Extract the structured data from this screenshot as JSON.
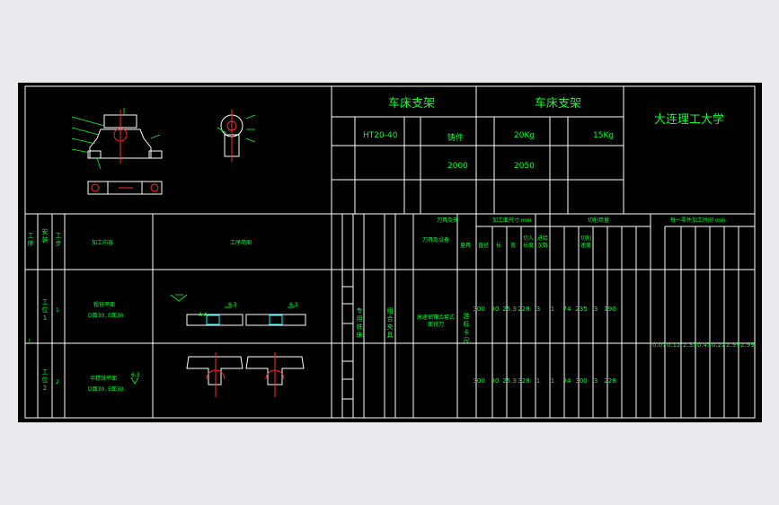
{
  "colors": {
    "background": "#e9ebef",
    "sheet": "#000000",
    "line": "#ffffff",
    "text": "#00ff33",
    "part": "#ff2a2a",
    "annotation": "#00ffff"
  },
  "header": {
    "title_left": "车床支架",
    "title_right": "车床支架",
    "school": "大连理工大学",
    "material": "HT20-40",
    "blank_type": "铸件",
    "size_a": "20Kg",
    "size_b": "15Kg",
    "count_a": "2000",
    "count_b": "2050"
  },
  "process_table": {
    "headers": {
      "process": "工序",
      "install": "安装",
      "step": "工步",
      "content": "加工内容",
      "sketch": "工序简图",
      "tool": "刀具及夹",
      "tool_sub": "刀具及设备",
      "measure": "量具",
      "dims": "加工面尺寸 mm",
      "diameter": "直径",
      "length": "长",
      "width": "宽",
      "cut_depth": "切入长度",
      "feed": "进给次数",
      "cutting": "切削用量",
      "speed": "切削速度",
      "time": "每一零件加工时间 min"
    },
    "rows": [
      {
        "process": "I",
        "install": "工位1",
        "step": "1",
        "content": "粗铣平面",
        "content_sub": "D面30, E面30"
      },
      {
        "process": "",
        "install": "工位2",
        "step": "2",
        "content": "半精铣平面",
        "content_sub": "D面30, E面30",
        "roughness": "6.3"
      }
    ],
    "equipment": "专用铣床",
    "fixture": "组合夹具",
    "cutter": "高速钢镶齿套式面铣刀",
    "measure_tool": "游标卡尺",
    "values_row1": [
      "300",
      "80",
      "25.3",
      "228",
      "3",
      "1",
      "74",
      "235",
      "3",
      "190"
    ],
    "values_row2": [
      "300",
      "80",
      "25.3",
      "328",
      "1",
      "1",
      "84",
      "300",
      "3",
      "228"
    ],
    "times": [
      "0.07",
      "0.12",
      "2.33",
      "0.43",
      "0.22",
      "2.99",
      "2.99"
    ]
  },
  "sketch_labels": {
    "section": "A-A",
    "r1": "6.3",
    "r2": "6.3"
  }
}
